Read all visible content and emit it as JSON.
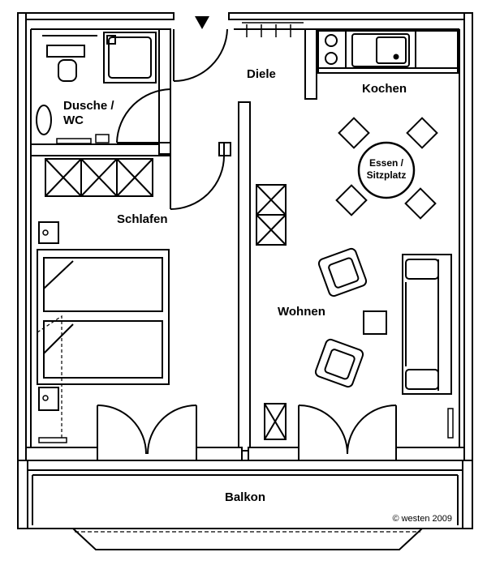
{
  "rooms": {
    "dusche_wc": [
      "Dusche /",
      "WC"
    ],
    "diele": "Diele",
    "kochen": "Kochen",
    "essen": [
      "Essen /",
      "Sitzplatz"
    ],
    "schlafen": "Schlafen",
    "wohnen": "Wohnen",
    "balkon": "Balkon"
  },
  "copyright": "© westen 2009",
  "entrance_icon": "entrance-arrow-icon"
}
